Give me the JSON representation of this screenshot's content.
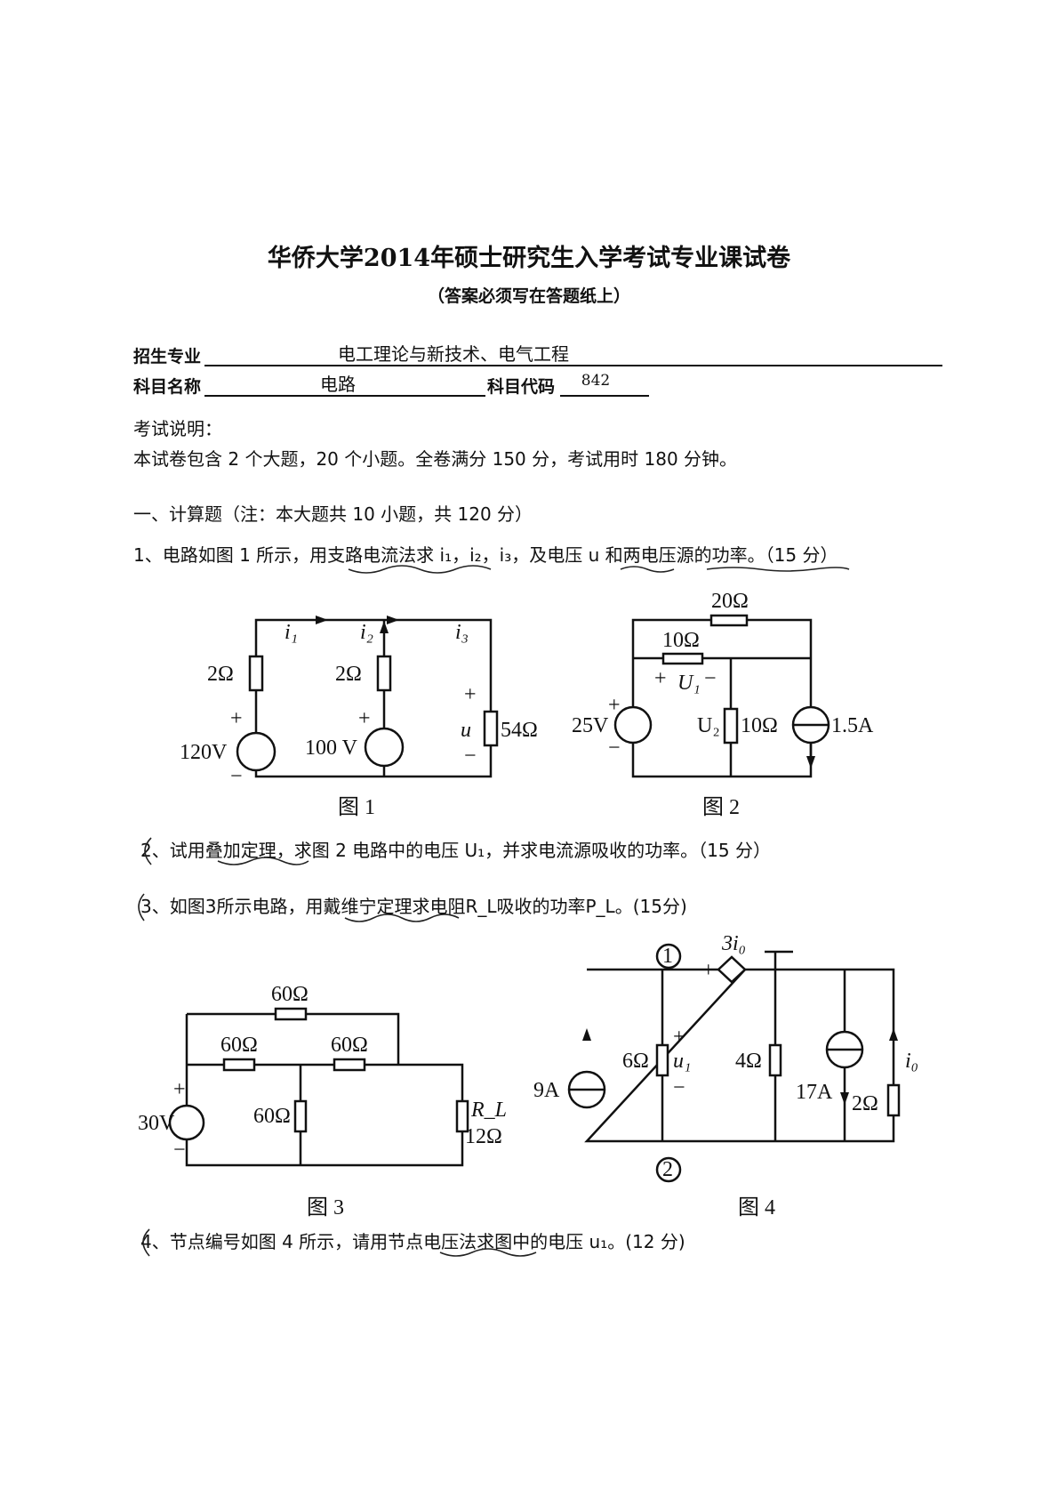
{
  "header": {
    "title": "华侨大学2014年硕士研究生入学考试专业课试卷",
    "subtitle": "（答案必须写在答题纸上）"
  },
  "info": {
    "major_label": "招生专业",
    "major_value": "电工理论与新技术、电气工程",
    "subject_label": "科目名称",
    "subject_value": "电路",
    "code_label": "科目代码",
    "code_value": "842"
  },
  "instructions": {
    "heading": "考试说明：",
    "text": "本试卷包含 2 个大题，20 个小题。全卷满分 150 分，考试用时 180 分钟。"
  },
  "section1": {
    "heading": "一、计算题（注：本大题共 10 小题，共 120 分）"
  },
  "questions": [
    {
      "num": "1、",
      "text": "电路如图 1 所示，用支路电流法求 i₁，i₂，i₃，及电压 u 和两电压源的功率。（15 分）"
    },
    {
      "num": "2、",
      "text": "试用叠加定理，求图 2 电路中的电压 U₁，并求电流源吸收的功率。（15 分）"
    },
    {
      "num": "3、",
      "text": "如图3所示电路，用戴维宁定理求电阻R_L吸收的功率P_L。(15分)"
    },
    {
      "num": "4、",
      "text": "节点编号如图 4 所示，请用节点电压法求图中的电压 u₁。(12 分)"
    }
  ],
  "fig1": {
    "caption": "图 1",
    "r1": "2Ω",
    "r2": "2Ω",
    "r3": "54Ω",
    "v1": "120V",
    "v2": "100 V",
    "i1": "i₁",
    "i2": "i₂",
    "i3": "i₃",
    "u": "u",
    "plus": "+",
    "minus": "−"
  },
  "fig2": {
    "caption": "图 2",
    "r20": "20Ω",
    "r10a": "10Ω",
    "r10b": "10Ω",
    "v": "25V",
    "is": "1.5A",
    "u1": "U₁",
    "u2": "U₂",
    "plus": "+",
    "minus": "−"
  },
  "fig3": {
    "caption": "图 3",
    "rtop": "60Ω",
    "ra": "60Ω",
    "rb": "60Ω",
    "rc": "60Ω",
    "rl": "R_L",
    "rlv": "12Ω",
    "v": "30V",
    "plus": "+",
    "minus": "−"
  },
  "fig4": {
    "caption": "图 4",
    "node1": "1",
    "node2": "2",
    "dep": "3i₀",
    "is1": "9A",
    "r6": "6Ω",
    "u1": "u₁",
    "r4": "4Ω",
    "is2": "17A",
    "r2": "2Ω",
    "i0": "i₀",
    "plus": "+",
    "minus": "−"
  }
}
